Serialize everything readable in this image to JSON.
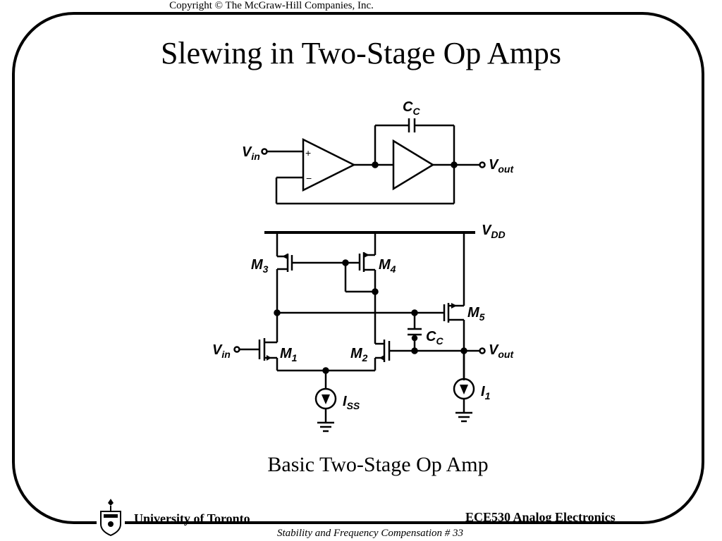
{
  "header": {
    "copyright": "Copyright © The McGraw-Hill Companies, Inc."
  },
  "slide": {
    "title": "Slewing in Two-Stage Op Amps",
    "caption": "Basic Two-Stage Op Amp"
  },
  "block_diagram": {
    "input_label": "V",
    "input_sub": "in",
    "output_label": "V",
    "output_sub": "out",
    "cap_label": "C",
    "cap_sub": "C",
    "plus": "+",
    "minus": "−"
  },
  "transistor_diagram": {
    "vdd": "V",
    "vdd_sub": "DD",
    "m1": "M",
    "m1_sub": "1",
    "m2": "M",
    "m2_sub": "2",
    "m3": "M",
    "m3_sub": "3",
    "m4": "M",
    "m4_sub": "4",
    "m5": "M",
    "m5_sub": "5",
    "cc": "C",
    "cc_sub": "C",
    "vin": "V",
    "vin_sub": "in",
    "vout": "V",
    "vout_sub": "out",
    "iss": "I",
    "iss_sub": "SS",
    "i1": "I",
    "i1_sub": "1"
  },
  "footer": {
    "university": "University of Toronto",
    "course": "ECE530 Analog Electronics",
    "subtitle": "Stability and Frequency Compensation # 33"
  }
}
